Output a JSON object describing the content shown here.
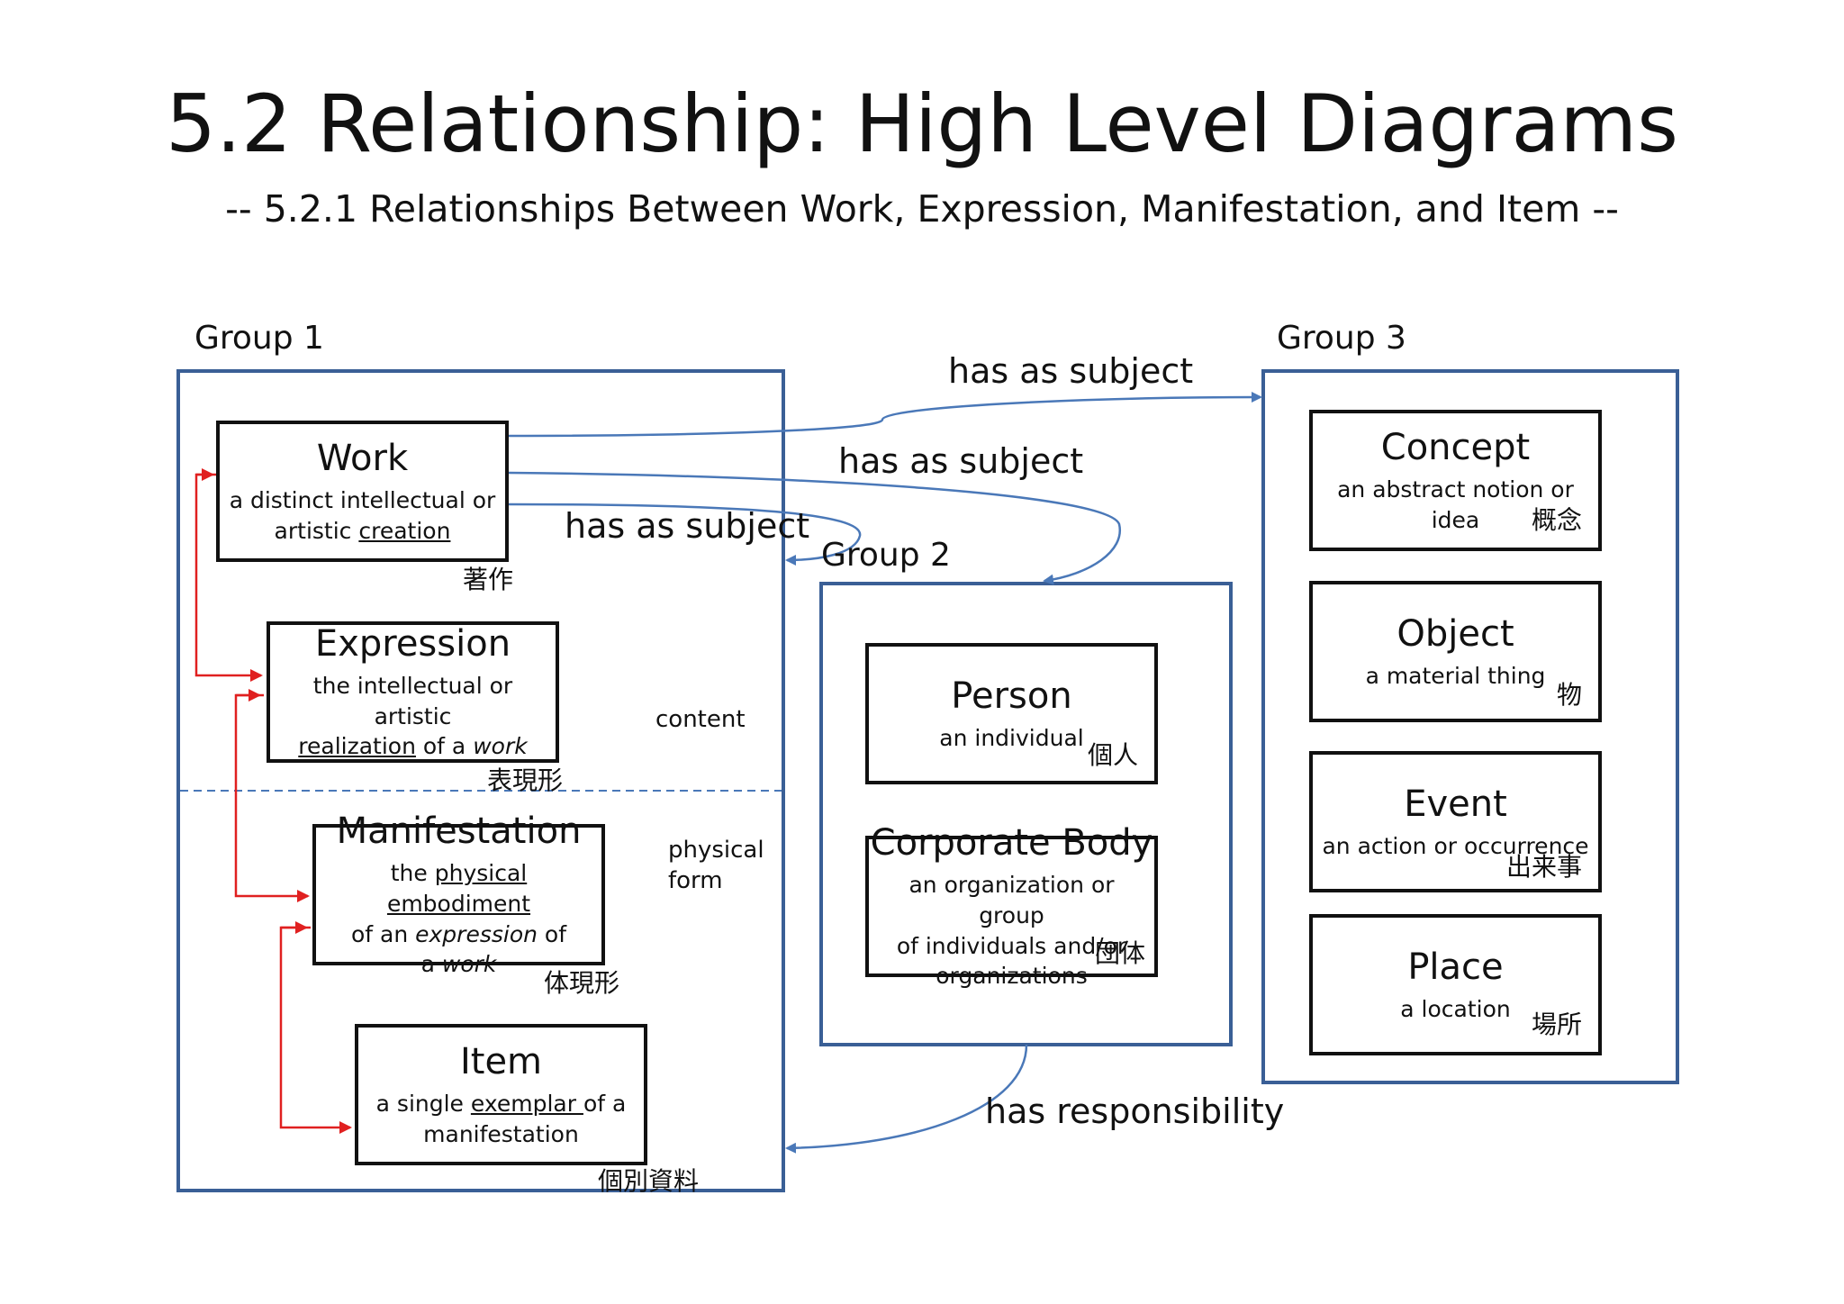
{
  "title": "5.2 Relationship: High Level Diagrams",
  "subtitle": "-- 5.2.1 Relationships Between Work, Expression, Manifestation, and Item --",
  "groups": {
    "group1": "Group 1",
    "group2": "Group 2",
    "group3": "Group 3"
  },
  "relations": {
    "subject_group3": "has as subject",
    "subject_group2": "has as subject",
    "subject_group1": "has as subject",
    "responsibility": "has responsibility"
  },
  "zones": {
    "content": "content",
    "physical_form_1": "physical",
    "physical_form_2": "form"
  },
  "group1": {
    "work": {
      "name": "Work",
      "def_1": "a distinct intellectual or",
      "def_2a": "artistic ",
      "def_2u": "creation",
      "kanji": "著作"
    },
    "expression": {
      "name": "Expression",
      "def_1": "the intellectual or artistic",
      "def_2u": "realization",
      "def_2b": " of a ",
      "def_2i": "work",
      "kanji": "表現形"
    },
    "manifestation": {
      "name": "Manifestation",
      "def_1a": "the ",
      "def_1u": "physical embodiment",
      "def_2a": "of an ",
      "def_2i": "expression",
      "def_2b": " of",
      "def_3a": "a ",
      "def_3i": "work",
      "kanji": "体現形"
    },
    "item": {
      "name": "Item",
      "def_1a": "a single ",
      "def_1u": "exemplar ",
      "def_1b": "of a",
      "def_2": "manifestation",
      "kanji": "個別資料"
    }
  },
  "group2": {
    "person": {
      "name": "Person",
      "def": "an individual",
      "kanji": "個人"
    },
    "corporate_body": {
      "name": "Corporate Body",
      "def_1": "an organization or group",
      "def_2": "of individuals and/or",
      "def_3": "organizations",
      "kanji": "団体"
    }
  },
  "group3": {
    "concept": {
      "name": "Concept",
      "def_1": "an abstract notion or",
      "def_2": "idea",
      "kanji": "概念"
    },
    "object": {
      "name": "Object",
      "def": "a material thing",
      "kanji": "物"
    },
    "event": {
      "name": "Event",
      "def": "an action or occurrence",
      "kanji": "出来事"
    },
    "place": {
      "name": "Place",
      "def": "a location",
      "kanji": "場所"
    }
  },
  "colors": {
    "group_border": "#3a5f96",
    "relation_arrow": "#4a78b8",
    "group1_arrow": "#e02020",
    "entity_border": "#111111"
  }
}
